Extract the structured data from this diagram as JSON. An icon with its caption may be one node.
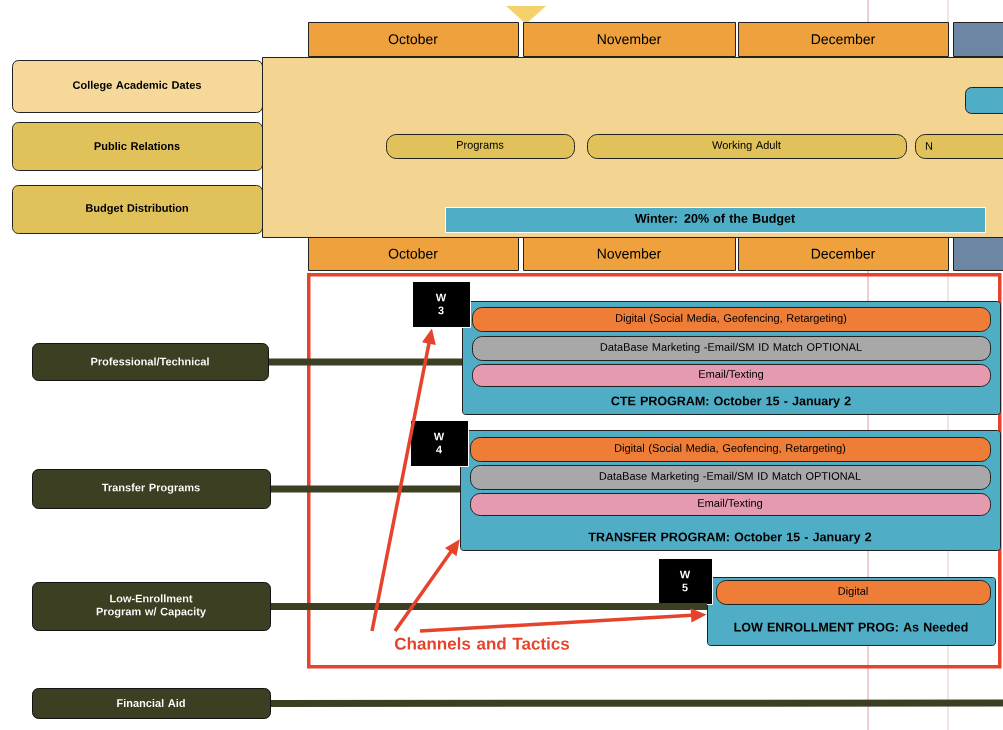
{
  "diagram": {
    "nodes": [
      {
        "text": [
          "October"
        ]
      },
      {
        "text": [
          "November"
        ]
      },
      {
        "text": [
          "December"
        ]
      },
      {
        "text": [],
        "shape": "box"
      },
      {
        "text": [
          "College Academic Dates"
        ]
      },
      {
        "text": [
          "Public Relations"
        ]
      },
      {
        "text": [
          "Budget Distribution"
        ]
      },
      {
        "text": [],
        "shape": "box"
      },
      {
        "text": [],
        "shape": "box",
        "in": 7
      },
      {
        "text": [
          "Programs"
        ],
        "in": 7
      },
      {
        "text": [
          "Working Adult"
        ],
        "in": 7
      },
      {
        "text": [
          "N"
        ],
        "in": 7
      },
      {
        "text": [
          "Winter: 20% of the Budget"
        ],
        "in": 7
      },
      {
        "text": [
          "October"
        ]
      },
      {
        "text": [
          "November"
        ]
      },
      {
        "text": [
          "December"
        ]
      },
      {
        "text": [],
        "shape": "box"
      },
      {
        "text": [],
        "shape": "box"
      },
      {
        "text": [
          "Professional/Technical"
        ]
      },
      {
        "text": [
          "W 3"
        ],
        "in": 17
      },
      {
        "text": [
          "CTE PROGRAM:  October 15  - January 2"
        ],
        "in": 17
      },
      {
        "text": [
          "Digital (Social Media, Geofencing, Retargeting)"
        ],
        "in": 20
      },
      {
        "text": [
          "DataBase Marketing -Email/SM ID Match OPTIONAL"
        ],
        "in": 20
      },
      {
        "text": [
          "Email/Texting"
        ],
        "in": 20
      },
      {
        "text": [
          "Transfer Programs"
        ]
      },
      {
        "text": [
          "W 4"
        ],
        "in": 17
      },
      {
        "text": [
          "TRANSFER PROGRAM:  October 15  - January 2"
        ],
        "in": 17
      },
      {
        "text": [
          "Digital (Social Media, Geofencing, Retargeting)"
        ],
        "in": 26
      },
      {
        "text": [
          "DataBase Marketing -Email/SM ID Match OPTIONAL"
        ],
        "in": 26
      },
      {
        "text": [
          "Email/Texting"
        ],
        "in": 26
      },
      {
        "text": [
          "Low-Enrollment Program w/ Capacity"
        ]
      },
      {
        "text": [
          "W 5"
        ],
        "in": 17
      },
      {
        "text": [
          "LOW ENROLLMENT PROG: As Needed"
        ],
        "in": 17
      },
      {
        "text": [
          "Digital"
        ],
        "in": 32
      },
      {
        "text": [
          "Channels and Tactics"
        ],
        "in": 17
      },
      {
        "text": [
          "Financial Aid"
        ]
      }
    ],
    "edges": [
      {
        "from": 18,
        "to": 20,
        "arrow": "none"
      },
      {
        "from": 24,
        "to": 26,
        "arrow": "none"
      },
      {
        "from": 30,
        "to": 32,
        "arrow": "none"
      },
      {
        "from": 35,
        "to": null,
        "arrow": "none"
      },
      {
        "from": 34,
        "to": 19,
        "arrow": "to",
        "color": "#e5432c"
      },
      {
        "from": 34,
        "to": 26,
        "arrow": "to",
        "color": "#e5432c"
      },
      {
        "from": 34,
        "to": 32,
        "arrow": "to",
        "color": "#e5432c"
      }
    ]
  }
}
